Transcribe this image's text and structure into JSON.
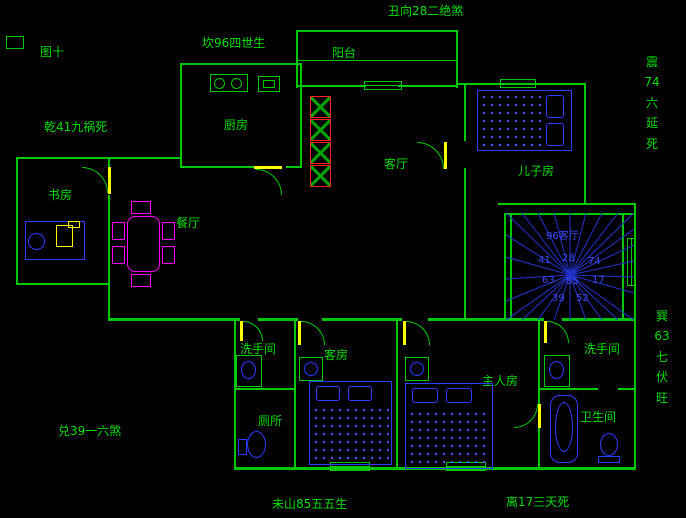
{
  "figure_label": "图十",
  "compass": {
    "top": "丑向28二绝煞",
    "kan": "坎96四世生",
    "qian": "乾41九祸死",
    "zhen": "震\n74\n六\n延\n死",
    "xun": "巽\n63\n七\n伏\n旺",
    "dui": "兑39一六煞",
    "wei_shan": "未山85五五生",
    "li": "离17三天死"
  },
  "rooms": {
    "balcony": "阳台",
    "kitchen": "厨房",
    "living_room": "客厅",
    "son_room": "儿子房",
    "study": "书房",
    "dining": "餐厅",
    "washroom_left": "洗手间",
    "toilet": "厕所",
    "guest_room": "客房",
    "master_room": "主人房",
    "washroom_right": "洗手间",
    "bathroom": "卫生间"
  },
  "stairs_compass": {
    "numbers": [
      "96客厅",
      "41",
      "28",
      "74",
      "63",
      "85",
      "17",
      "39",
      "52"
    ]
  },
  "colors": {
    "background": "#000000",
    "wall_green": "#00c800",
    "text_green": "#00dc00",
    "furniture_blue": "#2b3cff",
    "sofa_red": "#ff2020",
    "dining_magenta": "#ff00ff",
    "door_yellow": "#ffff00"
  }
}
